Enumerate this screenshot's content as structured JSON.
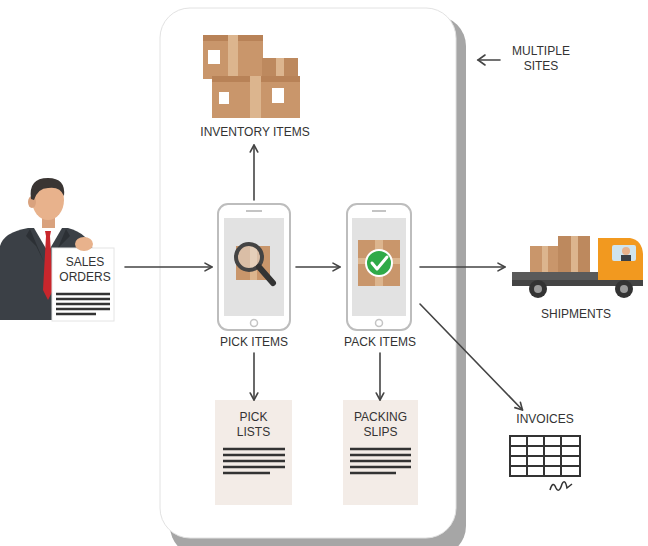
{
  "diagram": {
    "nodes": [
      {
        "text": [
          "MULTIPLE SITES"
        ]
      },
      {
        "text": [
          "SALES ORDERS"
        ]
      },
      {
        "text": [
          "INVENTORY ITEMS"
        ],
        "in": 0
      },
      {
        "text": [
          "PICK ITEMS"
        ],
        "in": 0
      },
      {
        "text": [
          "PACK ITEMS"
        ],
        "in": 0
      },
      {
        "text": [
          "PICK LISTS"
        ],
        "in": 0
      },
      {
        "text": [
          "PACKING SLIPS"
        ],
        "in": 0
      },
      {
        "text": [
          "SHIPMENTS"
        ]
      },
      {
        "text": [
          "INVOICES"
        ]
      }
    ],
    "edges": [
      {
        "from": 1,
        "to": 3,
        "arrow": "to"
      },
      {
        "from": 3,
        "to": 2,
        "arrow": "to"
      },
      {
        "from": 3,
        "to": 4,
        "arrow": "to"
      },
      {
        "from": 3,
        "to": 5,
        "arrow": "to"
      },
      {
        "from": 4,
        "to": 6,
        "arrow": "to"
      },
      {
        "from": 4,
        "to": 7,
        "arrow": "to"
      },
      {
        "from": 4,
        "to": 8,
        "arrow": "to"
      }
    ]
  }
}
